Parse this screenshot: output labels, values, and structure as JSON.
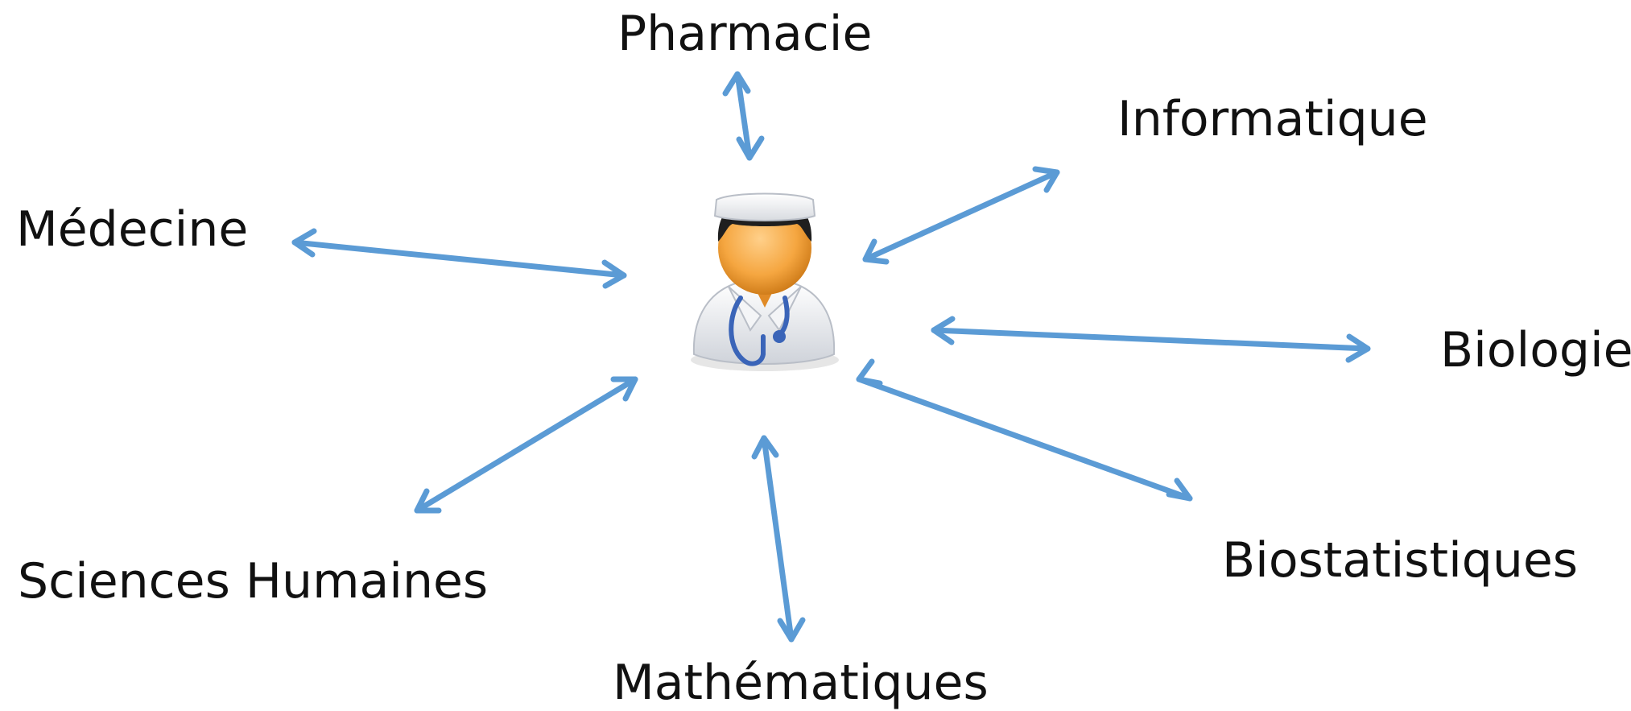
{
  "center": {
    "icon": "doctor-icon"
  },
  "nodes": {
    "pharmacie": "Pharmacie",
    "informatique": "Informatique",
    "medecine": "Médecine",
    "biologie": "Biologie",
    "sciences_humaines": "Sciences Humaines",
    "biostatistiques": "Biostatistiques",
    "mathematiques": "Mathématiques"
  },
  "colors": {
    "arrow": "#5b9bd5",
    "text": "#111111"
  }
}
